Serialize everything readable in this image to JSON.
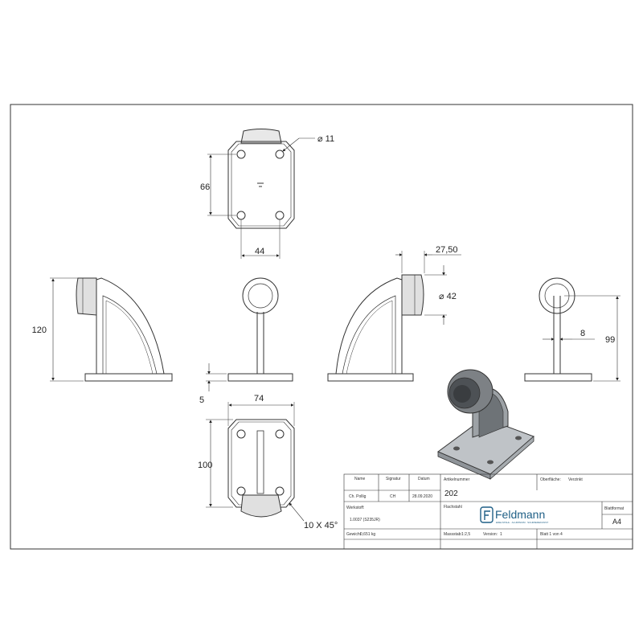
{
  "dimensions": {
    "hole_dia": "⌀ 11",
    "hole_spacing_v": "66",
    "hole_spacing_h": "44",
    "height": "120",
    "plate_thickness": "5",
    "plate_width": "74",
    "plate_depth": "100",
    "chamfer": "10 X 45°",
    "bumper_offset": "27,50",
    "bumper_dia": "⌀ 42",
    "bar_thickness": "8",
    "bar_height": "99"
  },
  "title_block": {
    "labels": {
      "name": "Name",
      "signature": "Signatur",
      "date": "Datum",
      "article": "Artikelnummer",
      "surface": "Oberfläche:",
      "material": "Werkstoff:",
      "weight": "Gewicht",
      "scale": "Massstab:",
      "version": "Version:",
      "sheet_format": "Blattformat",
      "sheet": "Blatt 1 von 4",
      "fs": "Flachstahl"
    },
    "values": {
      "name": "Ch. Pollig",
      "signature": "CH",
      "date": "28.09.2020",
      "article": "202",
      "surface": "Verzinkt",
      "material": "1.0037 (S235JR)",
      "weight": "0,651 kg",
      "scale": "1:2,5",
      "version": "1",
      "format": "A4"
    },
    "logo": {
      "name": "Feldmann",
      "subline": "EDELSTAHL · ALUMINIUM · SCHMIEDEKUNST"
    }
  }
}
